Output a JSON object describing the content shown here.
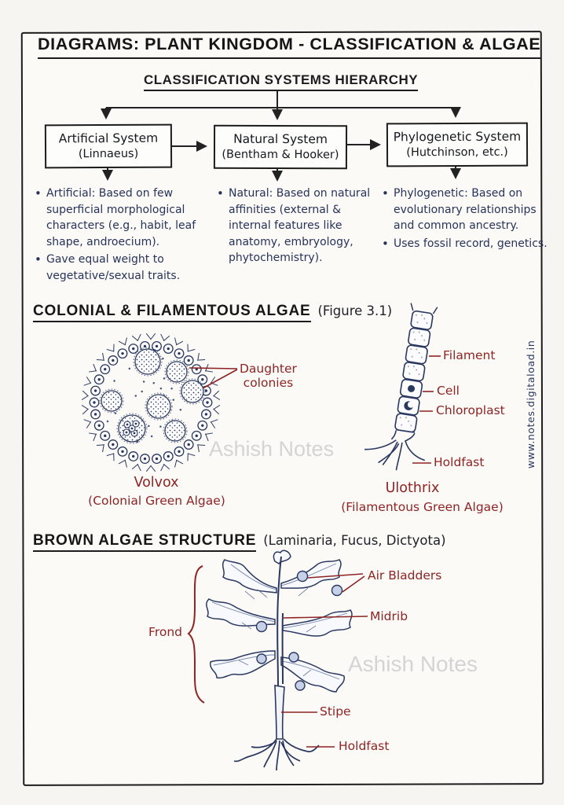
{
  "page": {
    "title": "DIAGRAMS: PLANT KINGDOM - CLASSIFICATION & ALGAE",
    "watermark_text": "Ashish Notes",
    "site_url": "www.notes.digitaload.in"
  },
  "hierarchy": {
    "heading": "CLASSIFICATION SYSTEMS HIERARCHY",
    "boxes": [
      {
        "title": "Artificial System",
        "subtitle": "(Linnaeus)"
      },
      {
        "title": "Natural System",
        "subtitle": "(Bentham & Hooker)"
      },
      {
        "title": "Phylogenetic System",
        "subtitle": "(Hutchinson, etc.)"
      }
    ],
    "notes": {
      "artificial": [
        "Artificial: Based on few superficial morphological characters (e.g., habit, leaf shape, androecium).",
        "Gave equal weight to vegetative/sexual traits."
      ],
      "natural": [
        "Natural: Based on natural affinities (external & internal features like anatomy, embryology, phytochemistry)."
      ],
      "phylogenetic": [
        "Phylogenetic: Based on evolutionary relationships and common ancestry.",
        "Uses fossil record, genetics."
      ]
    }
  },
  "colonial_section": {
    "heading": "COLONIAL & FILAMENTOUS ALGAE",
    "figure_ref": "(Figure 3.1)",
    "volvox": {
      "callout_line1": "Daughter",
      "callout_line2": "colonies",
      "name": "Volvox",
      "type": "(Colonial Green Algae)"
    },
    "ulothrix": {
      "labels": {
        "filament": "Filament",
        "cell": "Cell",
        "chloroplast": "Chloroplast",
        "holdfast": "Holdfast"
      },
      "name": "Ulothrix",
      "type": "(Filamentous Green Algae)"
    }
  },
  "brown_section": {
    "heading": "BROWN ALGAE STRUCTURE",
    "examples": "(Laminaria, Fucus, Dictyota)",
    "labels": {
      "frond": "Frond",
      "air_bladders": "Air Bladders",
      "midrib": "Midrib",
      "stipe": "Stipe",
      "holdfast": "Holdfast"
    }
  },
  "colors": {
    "ink_black": "#1c1c1c",
    "ink_navy": "#2a3860",
    "ink_red": "#8e2424",
    "watermark_gray": "#d4d4d4",
    "paper": "#fbfaf7"
  }
}
